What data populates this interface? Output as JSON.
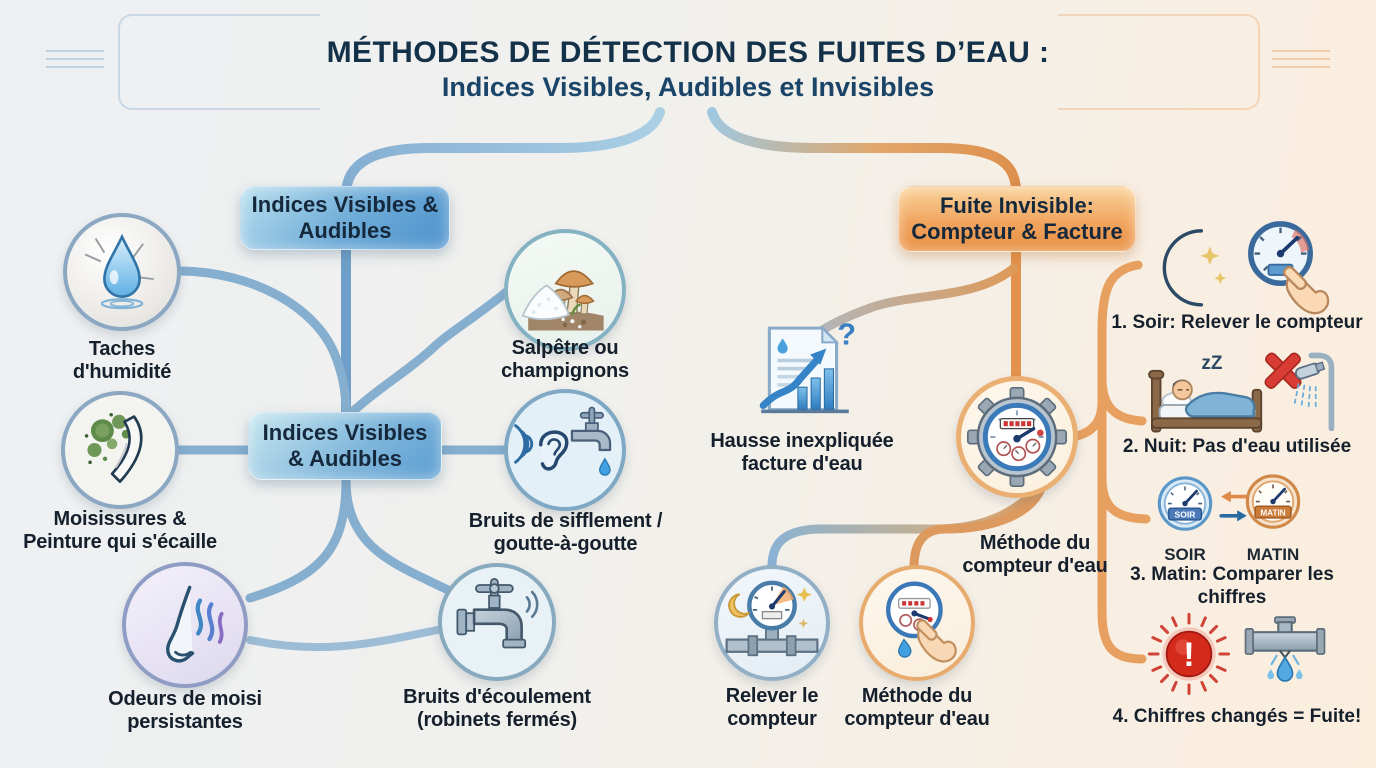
{
  "title": {
    "line1": "MÉTHODES DE DÉTECTION DES FUITES D’EAU :",
    "line2": "Indices Visibles, Audibles et Invisibles"
  },
  "left": {
    "box_top_label": "Indices Visibles & Audibles",
    "box_mid_label": "Indices Visibles & Audibles",
    "items": [
      {
        "label": "Taches d'humidité",
        "icon": "water-drop-cracked-wall"
      },
      {
        "label": "Moisissures & Peinture qui s'écaille",
        "icon": "mold-peeling-paint"
      },
      {
        "label": "Odeurs de moisi persistantes",
        "icon": "nose-smell"
      },
      {
        "label": "Salpêtre ou champignons",
        "icon": "saltpeter-mushrooms"
      },
      {
        "label": "Bruits de sifflement / goutte-à-goutte",
        "icon": "ear-dripping-faucet"
      },
      {
        "label": "Bruits d'écoulement (robinets fermés)",
        "icon": "closed-faucet-sound"
      }
    ]
  },
  "right": {
    "box_label": "Fuite Invisible: Compteur & Facture",
    "bill_label": "Hausse inexpliquée facture d'eau",
    "bill_question_mark": "?",
    "meter_label": "Méthode du compteur d'eau",
    "bottom_items": [
      {
        "label": "Relever le compteur",
        "icon": "night-meter-on-pipe"
      },
      {
        "label": "Méthode du compteur d'eau",
        "icon": "meter-finger-drop"
      }
    ],
    "steps": [
      {
        "text": "1. Soir: Relever le compteur"
      },
      {
        "text": "2. Nuit: Pas d'eau utilisée",
        "zz": "zZ"
      },
      {
        "text": "3. Matin: Comparer les chiffres",
        "left_meter_caption": "SOIR",
        "right_meter_caption": "MATIN"
      },
      {
        "text": "4. Chiffres changés = Fuite!",
        "exclamation": "!"
      }
    ]
  },
  "colors": {
    "blue_accent": "#5d9fd4",
    "orange_accent": "#e8913f",
    "title_color": "#14314a",
    "alert_red": "#d22a1e"
  }
}
